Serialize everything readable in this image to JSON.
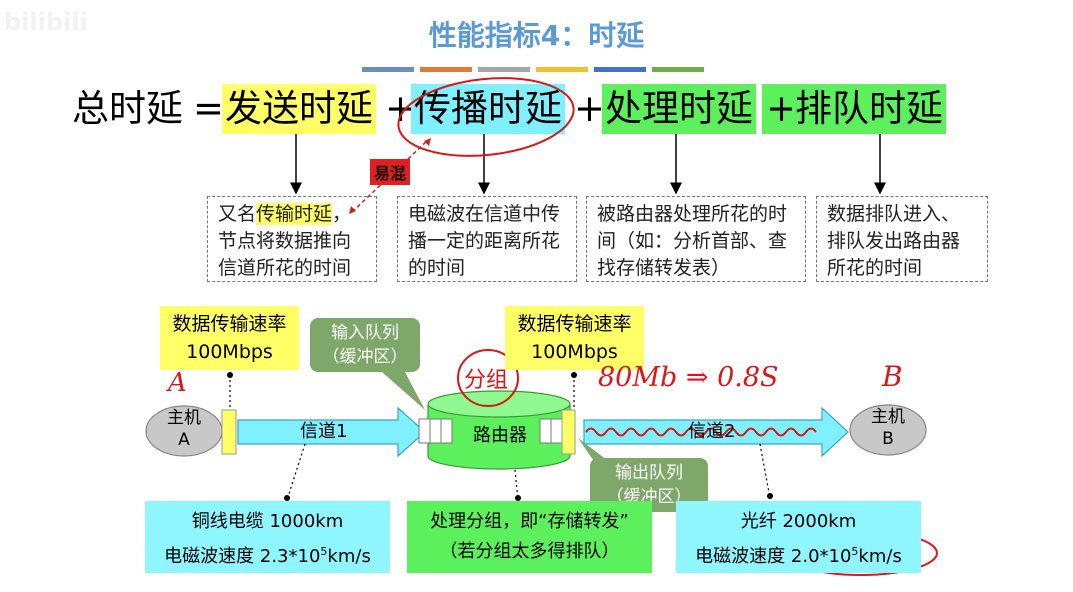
{
  "watermark": "bilibili",
  "title": "性能指标4：时延",
  "title_bar_colors": [
    "#6c8ebf",
    "#e07b39",
    "#a5a5a5",
    "#f2c12e",
    "#4472c4",
    "#70ad47"
  ],
  "formula": {
    "total": "总时延",
    "eq": "=",
    "plus": "+",
    "send": "发送时延",
    "prop": "传播时延",
    "proc": "处理时延",
    "queue": "排队时延"
  },
  "confuse_tag": "易混",
  "desc": {
    "send_prefix": "又名",
    "send_hl": "传输时延",
    "send_rest": "，节点将数据推向信道所花的时间",
    "prop": "电磁波在信道中传播一定的距离所花的时间",
    "proc": "被路由器处理所花的时间（如：分析首部、查找存储转发表）",
    "queue": "数据排队进入、排队发出路由器所花的时间"
  },
  "rate1": {
    "line1": "数据传输速率",
    "line2": "100Mbps"
  },
  "rate2": {
    "line1": "数据传输速率",
    "line2": "100Mbps"
  },
  "host_a": {
    "line1": "主机",
    "line2": "A"
  },
  "host_b": {
    "line1": "主机",
    "line2": "B"
  },
  "channel1": "信道1",
  "channel2": "信道2",
  "router": "路由器",
  "input_queue": {
    "line1": "输入队列",
    "line2": "（缓冲区）"
  },
  "output_queue": {
    "line1": "输出队列",
    "line2": "（缓冲区）"
  },
  "copper": {
    "line1": "铜线电缆 1000km",
    "line2_pre": "电磁波速度 2.3*10",
    "line2_sup": "5",
    "line2_post": "km/s"
  },
  "process": {
    "line1_pre": "处理分组，即“",
    "line1_hl": "存储转发",
    "line1_post": "”",
    "line2": "（若分组太多得排队）"
  },
  "fiber": {
    "line1_pre": "光纤 ",
    "line1_val": "2000km",
    "line2_pre": "电磁波速度 ",
    "line2_val": "2.0*10",
    "line2_sup": "5",
    "line2_post": "km/s"
  },
  "handwriting": {
    "a": "A",
    "b": "B",
    "packet": "分组",
    "note": "80Mb ⇒ 0.8S"
  }
}
